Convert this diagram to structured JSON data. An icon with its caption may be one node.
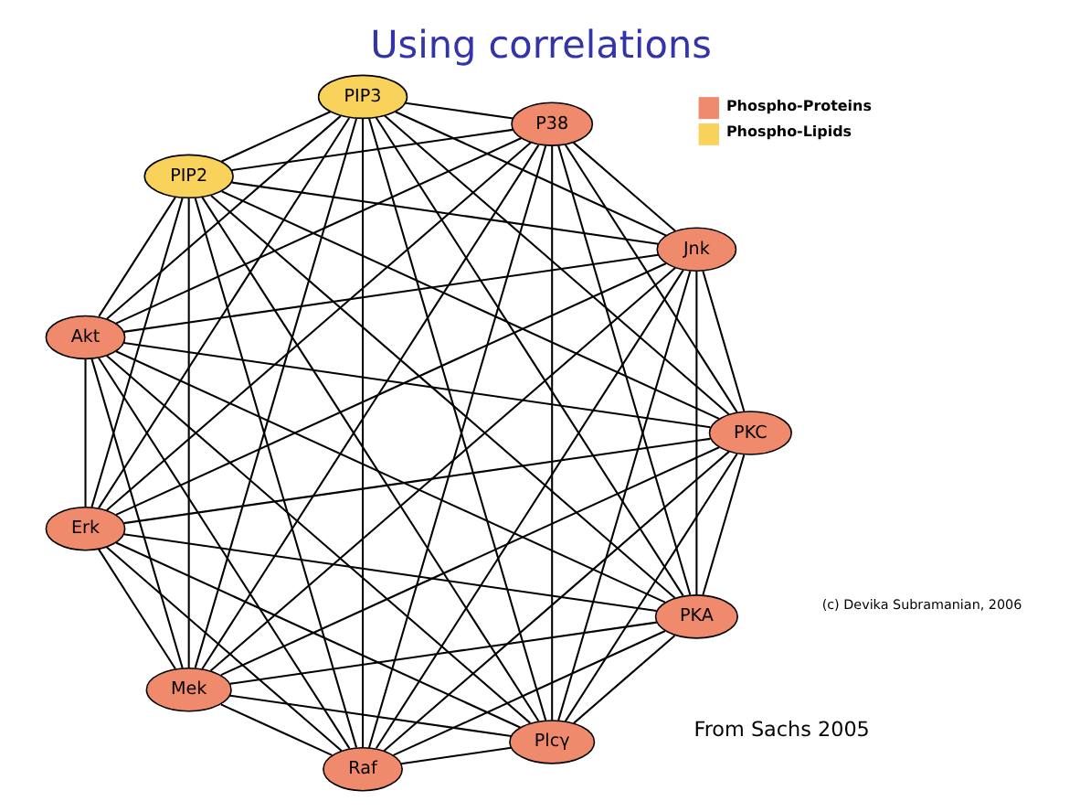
{
  "diagram": {
    "title": "Using correlations",
    "nodes": [
      {
        "text": [
          "PKA"
        ]
      },
      {
        "text": [
          "PKC"
        ]
      },
      {
        "text": [
          "Raf"
        ]
      },
      {
        "text": [
          "Mek"
        ]
      },
      {
        "text": [
          "Erk"
        ]
      },
      {
        "text": [
          "Akt"
        ]
      },
      {
        "text": [
          "PIP2"
        ]
      },
      {
        "text": [
          "PIP3"
        ]
      },
      {
        "text": [
          "P38"
        ]
      },
      {
        "text": [
          "Jnk"
        ]
      },
      {
        "text": [
          "Plcγ"
        ]
      }
    ],
    "edges": [
      {
        "from": 0,
        "to": 1,
        "arrow": "none"
      },
      {
        "from": 0,
        "to": 2,
        "arrow": "none"
      },
      {
        "from": 0,
        "to": 3,
        "arrow": "none"
      },
      {
        "from": 0,
        "to": 4,
        "arrow": "none"
      },
      {
        "from": 0,
        "to": 5,
        "arrow": "none"
      },
      {
        "from": 0,
        "to": 6,
        "arrow": "none"
      },
      {
        "from": 0,
        "to": 7,
        "arrow": "none"
      },
      {
        "from": 0,
        "to": 8,
        "arrow": "none"
      },
      {
        "from": 0,
        "to": 9,
        "arrow": "none"
      },
      {
        "from": 0,
        "to": 10,
        "arrow": "none"
      },
      {
        "from": 1,
        "to": 2,
        "arrow": "none"
      },
      {
        "from": 1,
        "to": 3,
        "arrow": "none"
      },
      {
        "from": 1,
        "to": 4,
        "arrow": "none"
      },
      {
        "from": 1,
        "to": 5,
        "arrow": "none"
      },
      {
        "from": 1,
        "to": 6,
        "arrow": "none"
      },
      {
        "from": 1,
        "to": 7,
        "arrow": "none"
      },
      {
        "from": 1,
        "to": 8,
        "arrow": "none"
      },
      {
        "from": 1,
        "to": 9,
        "arrow": "none"
      },
      {
        "from": 1,
        "to": 10,
        "arrow": "none"
      },
      {
        "from": 2,
        "to": 3,
        "arrow": "none"
      },
      {
        "from": 2,
        "to": 4,
        "arrow": "none"
      },
      {
        "from": 2,
        "to": 5,
        "arrow": "none"
      },
      {
        "from": 2,
        "to": 6,
        "arrow": "none"
      },
      {
        "from": 2,
        "to": 7,
        "arrow": "none"
      },
      {
        "from": 2,
        "to": 8,
        "arrow": "none"
      },
      {
        "from": 2,
        "to": 9,
        "arrow": "none"
      },
      {
        "from": 2,
        "to": 10,
        "arrow": "none"
      },
      {
        "from": 3,
        "to": 4,
        "arrow": "none"
      },
      {
        "from": 3,
        "to": 5,
        "arrow": "none"
      },
      {
        "from": 3,
        "to": 6,
        "arrow": "none"
      },
      {
        "from": 3,
        "to": 7,
        "arrow": "none"
      },
      {
        "from": 3,
        "to": 8,
        "arrow": "none"
      },
      {
        "from": 3,
        "to": 9,
        "arrow": "none"
      },
      {
        "from": 3,
        "to": 10,
        "arrow": "none"
      },
      {
        "from": 4,
        "to": 5,
        "arrow": "none"
      },
      {
        "from": 4,
        "to": 6,
        "arrow": "none"
      },
      {
        "from": 4,
        "to": 7,
        "arrow": "none"
      },
      {
        "from": 4,
        "to": 8,
        "arrow": "none"
      },
      {
        "from": 4,
        "to": 9,
        "arrow": "none"
      },
      {
        "from": 4,
        "to": 10,
        "arrow": "none"
      },
      {
        "from": 5,
        "to": 6,
        "arrow": "none"
      },
      {
        "from": 5,
        "to": 7,
        "arrow": "none"
      },
      {
        "from": 5,
        "to": 8,
        "arrow": "none"
      },
      {
        "from": 5,
        "to": 9,
        "arrow": "none"
      },
      {
        "from": 5,
        "to": 10,
        "arrow": "none"
      },
      {
        "from": 6,
        "to": 7,
        "arrow": "none"
      },
      {
        "from": 6,
        "to": 8,
        "arrow": "none"
      },
      {
        "from": 6,
        "to": 9,
        "arrow": "none"
      },
      {
        "from": 6,
        "to": 10,
        "arrow": "none"
      },
      {
        "from": 7,
        "to": 8,
        "arrow": "none"
      },
      {
        "from": 7,
        "to": 9,
        "arrow": "none"
      },
      {
        "from": 7,
        "to": 10,
        "arrow": "none"
      },
      {
        "from": 8,
        "to": 9,
        "arrow": "none"
      },
      {
        "from": 8,
        "to": 10,
        "arrow": "none"
      },
      {
        "from": 9,
        "to": 10,
        "arrow": "none"
      }
    ],
    "labels": [
      "From Sachs 2005",
      "(c) Devika Subramanian, 2006"
    ],
    "legend": [
      {
        "text": "Phospho-Proteins",
        "color": "#f08a6c"
      },
      {
        "text": "Phospho-Lipids",
        "color": "#f8d25a"
      }
    ]
  }
}
